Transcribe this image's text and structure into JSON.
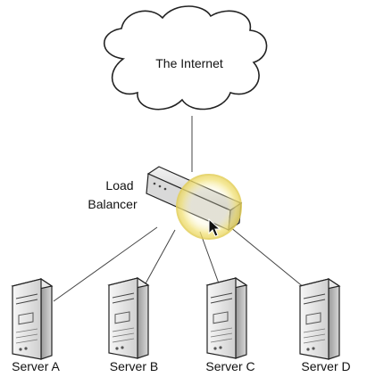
{
  "internet": {
    "label": "The Internet",
    "icon": "cloud-icon"
  },
  "load_balancer": {
    "label_lines": [
      "Load",
      "Balancer"
    ],
    "icon": "load-balancer-appliance-icon",
    "highlight_color": "#f2e27a"
  },
  "servers": [
    {
      "label": "Server A",
      "icon": "server-tower-icon"
    },
    {
      "label": "Server B",
      "icon": "server-tower-icon"
    },
    {
      "label": "Server C",
      "icon": "server-tower-icon"
    },
    {
      "label": "Server D",
      "icon": "server-tower-icon"
    }
  ],
  "colors": {
    "line": "#444444",
    "outline": "#222222",
    "text": "#111111"
  },
  "cursor": {
    "icon": "mouse-pointer-icon"
  }
}
